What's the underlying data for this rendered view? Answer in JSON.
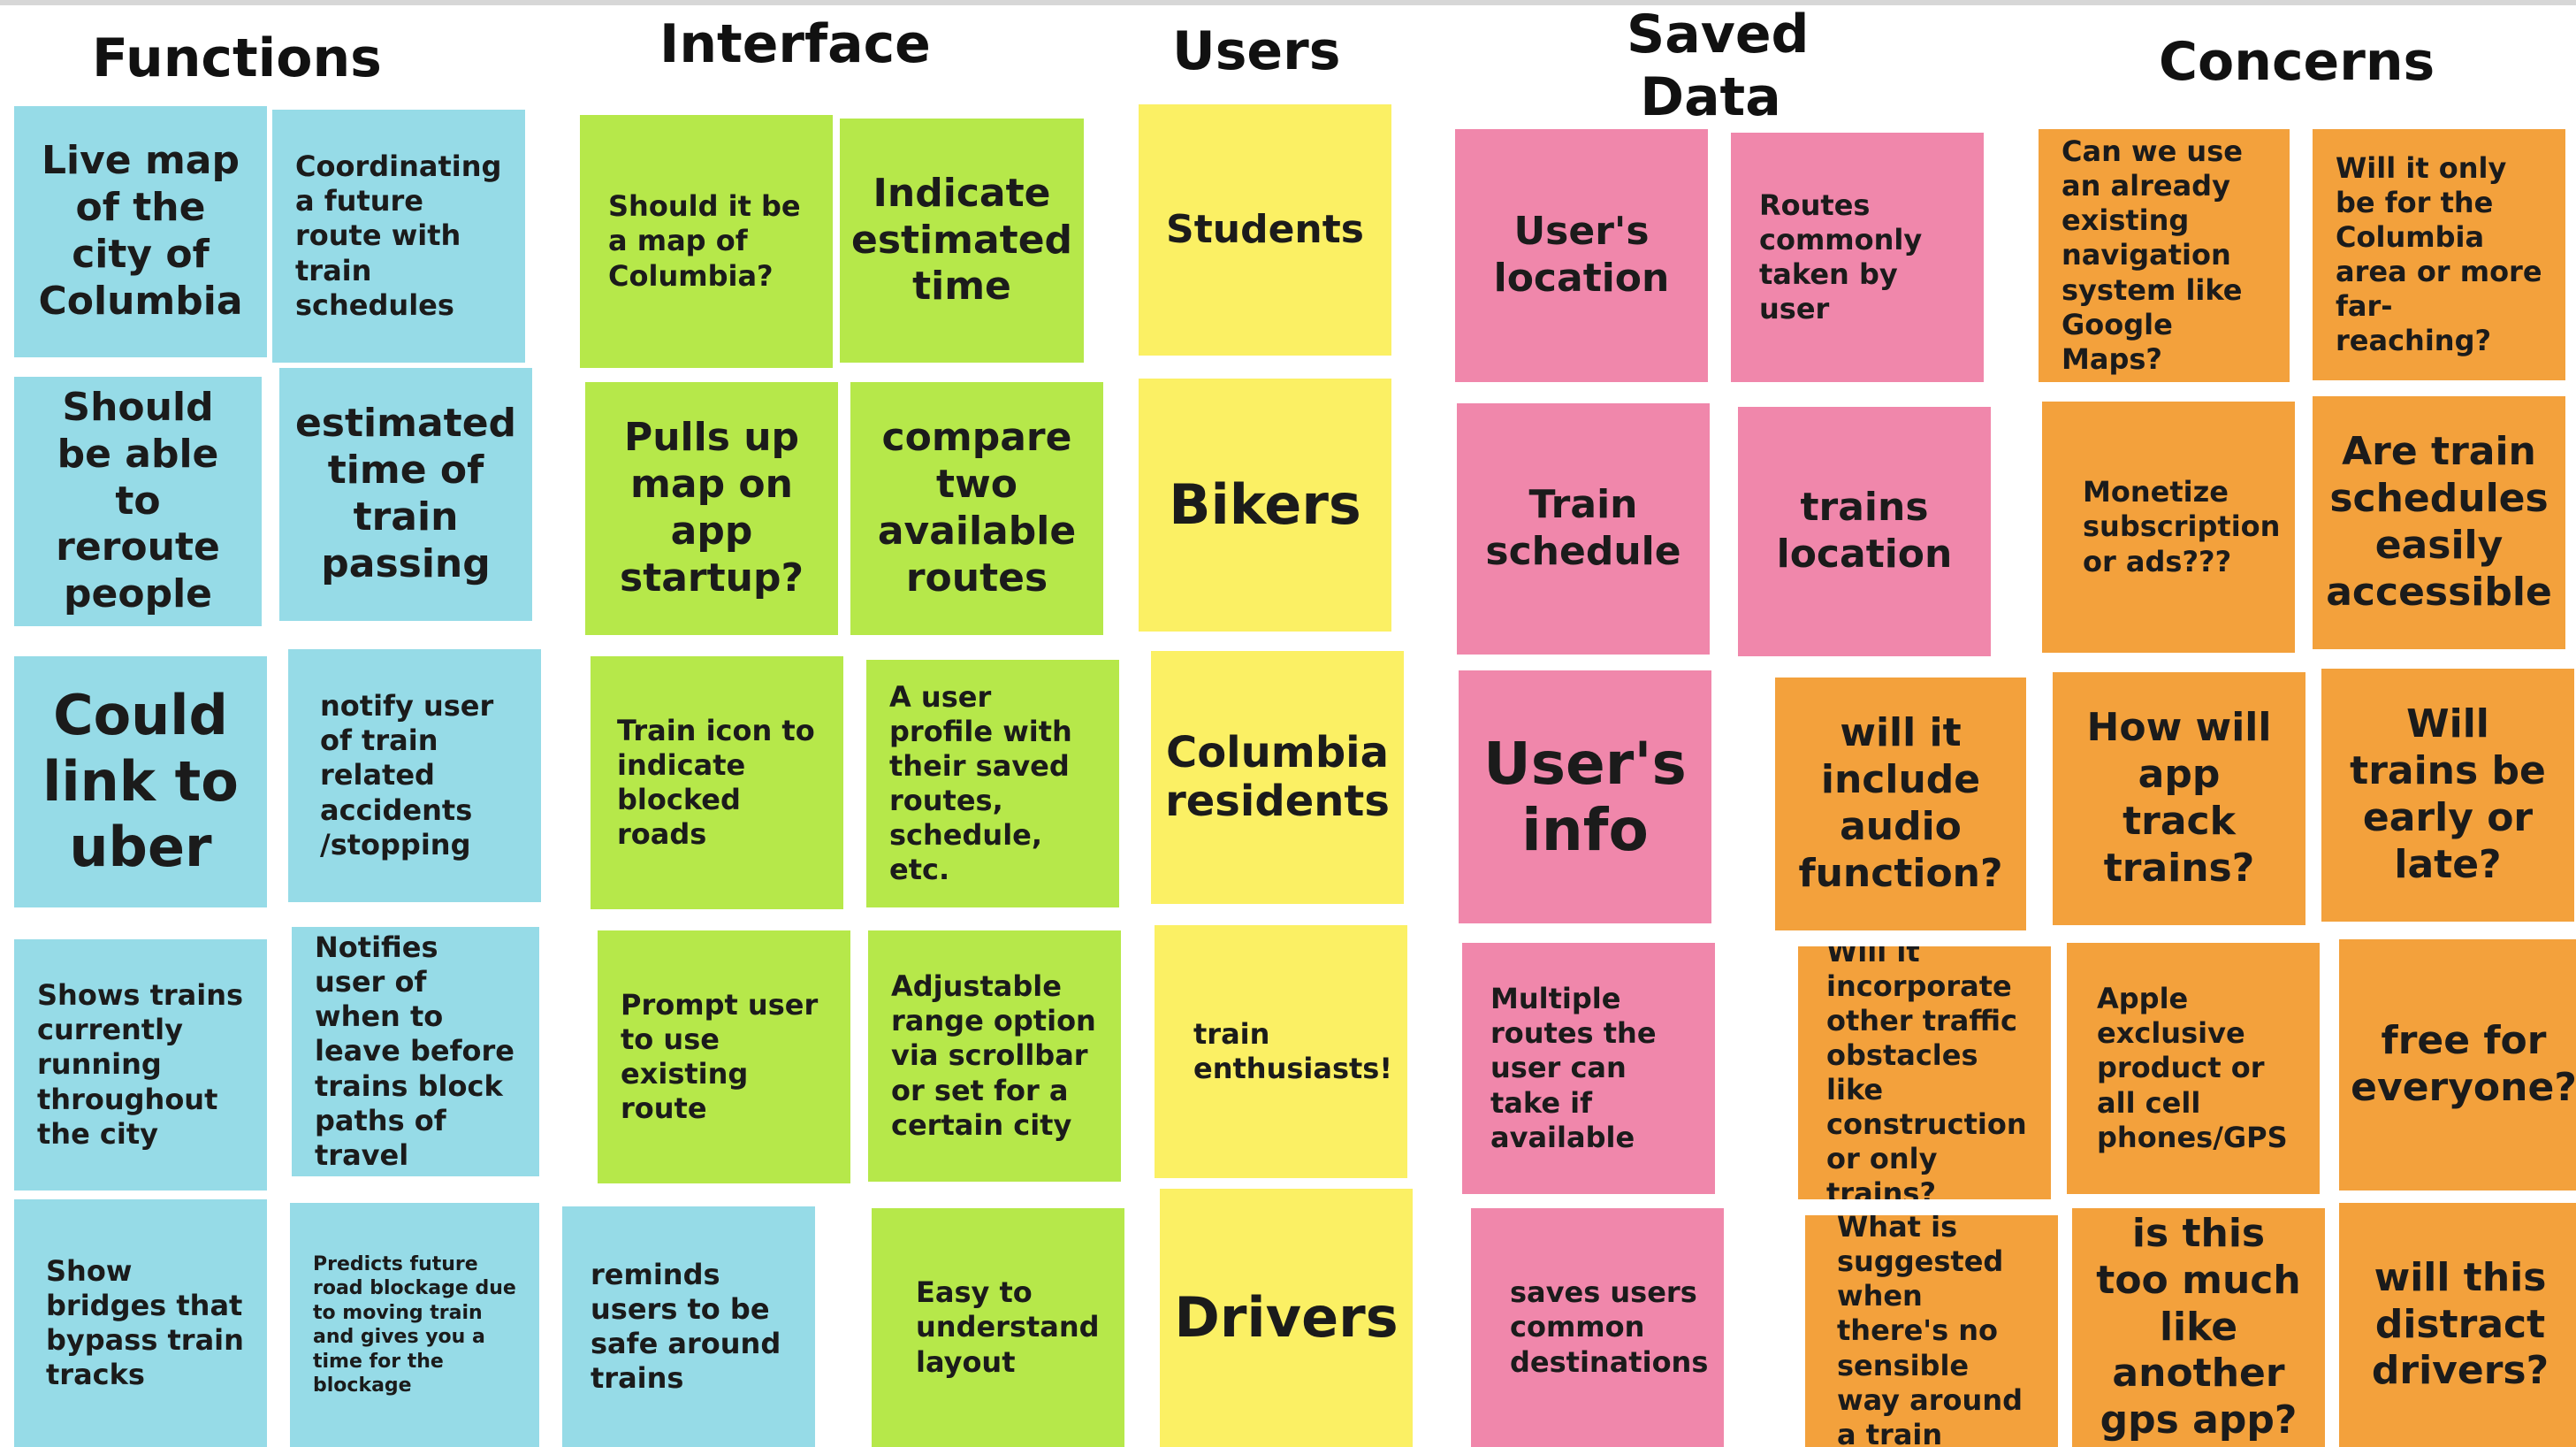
{
  "headers": {
    "functions": "Functions",
    "interface": "Interface",
    "users": "Users",
    "saved_data": "Saved Data",
    "concerns": "Concerns"
  },
  "colors": {
    "functions": "#96dbe7",
    "interface": "#b6e84a",
    "users": "#fbf064",
    "saved_data": "#f087ab",
    "concerns": "#f3a13c"
  },
  "notes": {
    "functions": [
      "Live map of the city of Columbia",
      "Coordinating a future route with train schedules",
      "Should be able to reroute people",
      "estimated time of train passing",
      "Could link to uber",
      "notify user of train related accidents /stopping",
      "Shows trains currently running throughout the city",
      "Notifies user of when to leave before trains block paths of travel",
      "Show bridges that bypass train tracks",
      "Predicts future road blockage due to moving train and gives you a time for the blockage"
    ],
    "interface": [
      "Should it be a map of Columbia?",
      "Indicate estimated time",
      "Pulls up map on app startup?",
      "compare two available routes",
      "Train icon to indicate blocked roads",
      "A user profile with their saved routes, schedule, etc.",
      "Prompt user to use existing route",
      "Adjustable range option via scrollbar or set for a certain city",
      "reminds users to be safe around trains",
      "Easy to understand layout"
    ],
    "users": [
      "Students",
      "Bikers",
      "Columbia residents",
      "train enthusiasts!",
      "Drivers"
    ],
    "saved_data": [
      "User's location",
      "Routes commonly taken by user",
      "Train schedule",
      "trains location",
      "User's info",
      "Multiple routes the user can take if available",
      "saves users common destinations"
    ],
    "concerns": [
      "Can we use an already existing navigation system like Google Maps?",
      "Will it only be for the Columbia area or more far-reaching?",
      "Monetize subscription or ads???",
      "Are train schedules easily accessible",
      "will it include audio function?",
      "How will app track trains?",
      "Will trains be early or late?",
      "Will it incorporate other traffic obstacles like construction or only trains?",
      "Apple exclusive product or all cell phones/GPS",
      "free for everyone?",
      "What is suggested when there's no sensible way around a train",
      "is this too much like another gps app?",
      "will this distract drivers?"
    ]
  }
}
